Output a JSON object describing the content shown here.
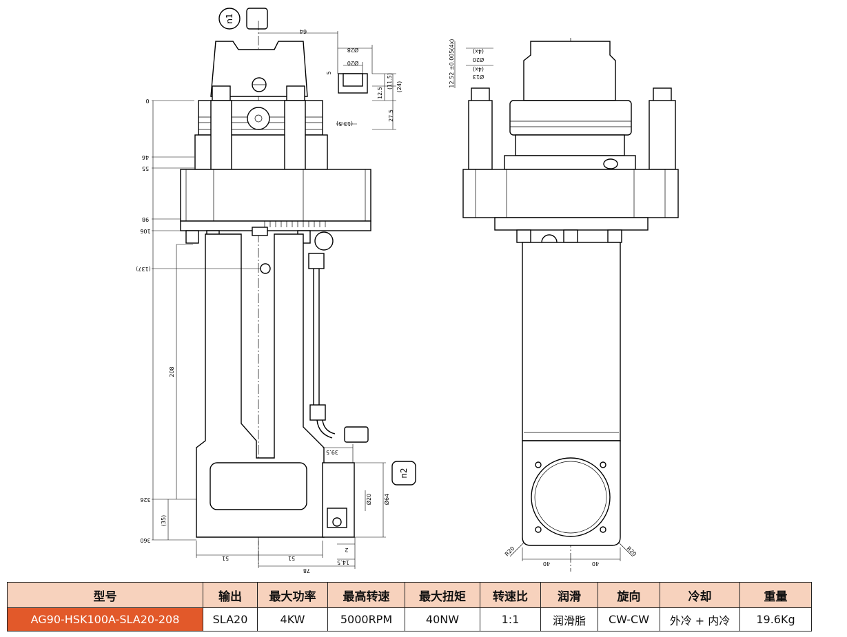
{
  "drawing": {
    "symbols": {
      "n1": "n1",
      "n2": "n2"
    },
    "left_view_dims": {
      "d64": "64",
      "d28": "Ø28",
      "d20": "Ø20",
      "d5": "5",
      "d12_5": "12.5",
      "d11_5": "(11.5)",
      "d24": "(24)",
      "d13_5": "(13.5)",
      "d27_5": "27.5",
      "y0": "0",
      "y46": "46",
      "y55": "55",
      "y98": "98",
      "y106": "106",
      "y137": "(137)",
      "y208": "208",
      "y35": "(35)",
      "y326": "326",
      "y360": "360",
      "d39_5": "39.5",
      "d20_out": "Ø20",
      "d64_out": "Ø64",
      "d51a": "51",
      "d51b": "51",
      "d2": "2",
      "d14_5": "14.5",
      "d78": "78"
    },
    "right_view_dims": {
      "tol": "12.52 ±0.005(4x)",
      "d4x_a": "(4x)",
      "d20": "Ø20",
      "d4x_b": "(4x)",
      "d13": "Ø13",
      "r20a": "R20",
      "r20b": "R20",
      "d40a": "40",
      "d40b": "40"
    }
  },
  "specs_table": {
    "headers": [
      "型号",
      "输出",
      "最大功率",
      "最高转速",
      "最大扭矩",
      "转速比",
      "润滑",
      "旋向",
      "冷却",
      "重量"
    ],
    "row": [
      "AG90-HSK100A-SLA20-208",
      "SLA20",
      "4KW",
      "5000RPM",
      "40NW",
      "1:1",
      "润滑脂",
      "CW-CW",
      "外冷 + 内冷",
      "19.6Kg"
    ]
  },
  "colors": {
    "header_bg": "#f7d2bd",
    "model_bg": "#e2592a",
    "model_text": "#ffffff",
    "line": "#000000"
  }
}
